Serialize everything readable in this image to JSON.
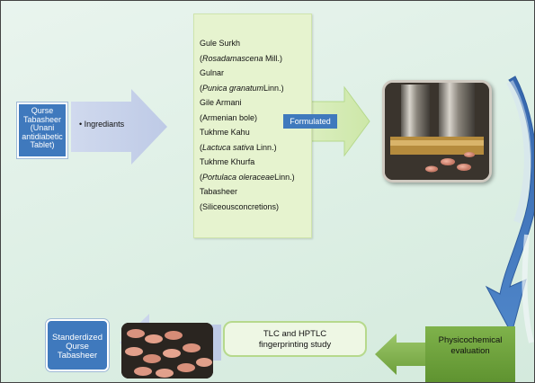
{
  "tablet_box": {
    "line1": "Qurse",
    "line2": "Tabasheer",
    "line3": "(Unani",
    "line4": "antidiabetic",
    "line5": "Tablet)"
  },
  "ingredients_label": "• Ingrediants",
  "ingredients": [
    {
      "pre": "Gule Surkh",
      "italic": "",
      "post": ""
    },
    {
      "pre": "(",
      "italic": "Rosadamascena",
      "post": " Mill.)"
    },
    {
      "pre": "Gulnar",
      "italic": "",
      "post": ""
    },
    {
      "pre": "(",
      "italic": "Punica granatum",
      "post": "Linn.)"
    },
    {
      "pre": "Gile Armani",
      "italic": "",
      "post": ""
    },
    {
      "pre": "(Armenian bole)",
      "italic": "",
      "post": ""
    },
    {
      "pre": "Tukhme Kahu",
      "italic": "",
      "post": ""
    },
    {
      "pre": "(",
      "italic": "Lactuca sativa",
      "post": " Linn.)"
    },
    {
      "pre": "Tukhme Khurfa",
      "italic": "",
      "post": ""
    },
    {
      "pre": "(",
      "italic": "Portulaca oleraceae",
      "post": "Linn.)"
    },
    {
      "pre": "Tabasheer",
      "italic": "",
      "post": ""
    },
    {
      "pre": "(Siliceousconcretions)",
      "italic": "",
      "post": ""
    }
  ],
  "formulated_label": "Formulated",
  "fingerprint_box": {
    "line1": "TLC and HPTLC",
    "line2": "fingerprinting study"
  },
  "evaluation_box": {
    "line1": "Physicochemical",
    "line2": "evaluation"
  },
  "standardized_box": {
    "line1": "Standerdized",
    "line2": "Qurse",
    "line3": "Tabasheer"
  },
  "colors": {
    "blue": "#3f79bd",
    "green_arrow": "#8fb85a",
    "ingredients_bg": "#e6f3cf",
    "lavender_arrow": "#c9d3ea",
    "curve_blue": "#3b6fb5"
  }
}
